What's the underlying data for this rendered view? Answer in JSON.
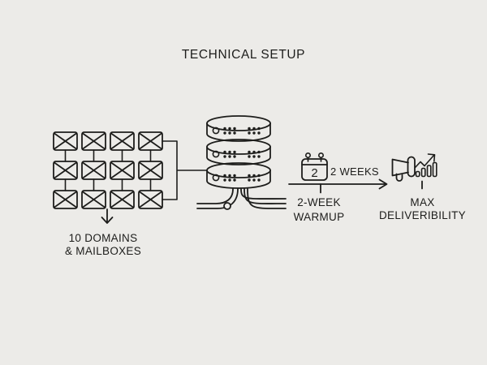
{
  "colors": {
    "background": "#ecebe8",
    "ink": "#1d1d1b"
  },
  "title": "TECHNICAL SETUP",
  "mailboxes": {
    "grid": {
      "rows": 3,
      "cols": 4
    },
    "label_line1": "10 DOMAINS",
    "label_line2": "& MAILBOXES"
  },
  "warmup": {
    "calendar_day": "2",
    "duration_label": "2 WEEKS",
    "label_line1": "2-WEEK",
    "label_line2": "WARMUP"
  },
  "outcome": {
    "label_line1": "MAX",
    "label_line2": "DELIVERIBILITY"
  },
  "icons": {
    "mailbox": "envelope-icon",
    "server": "server-stack-icon",
    "calendar": "calendar-icon",
    "growth": "megaphone-chart-icon"
  }
}
